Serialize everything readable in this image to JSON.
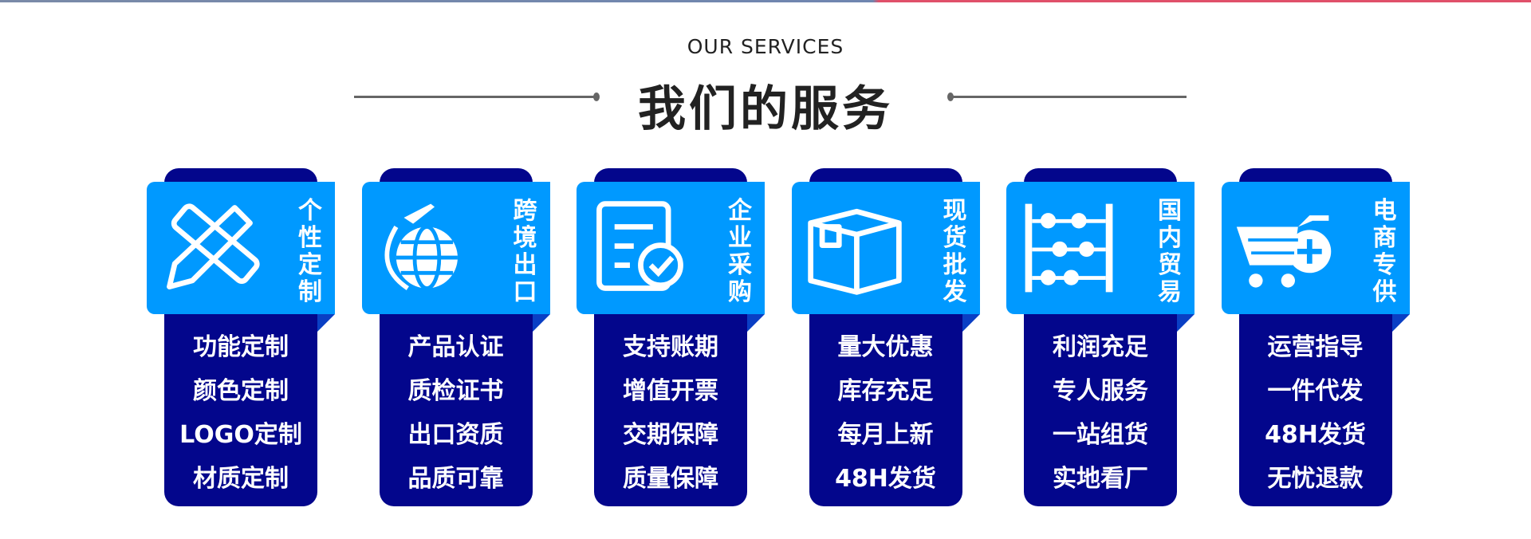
{
  "header": {
    "subtitle": "OUR SERVICES",
    "title": "我们的服务"
  },
  "colors": {
    "dark": "#03068c",
    "blue": "#0099ff"
  },
  "cards": [
    {
      "icon": "pencil-ruler-icon",
      "label": "个性定制",
      "items": [
        "功能定制",
        "颜色定制",
        "LOGO定制",
        "材质定制"
      ]
    },
    {
      "icon": "globe-plane-icon",
      "label": "跨境出口",
      "items": [
        "产品认证",
        "质检证书",
        "出口资质",
        "品质可靠"
      ]
    },
    {
      "icon": "document-check-icon",
      "label": "企业采购",
      "items": [
        "支持账期",
        "增值开票",
        "交期保障",
        "质量保障"
      ]
    },
    {
      "icon": "box-icon",
      "label": "现货批发",
      "items": [
        "量大优惠",
        "库存充足",
        "每月上新",
        "48H发货"
      ]
    },
    {
      "icon": "abacus-icon",
      "label": "国内贸易",
      "items": [
        "利润充足",
        "专人服务",
        "一站组货",
        "实地看厂"
      ]
    },
    {
      "icon": "shopping-cart-plus-icon",
      "label": "电商专供",
      "items": [
        "运营指导",
        "一件代发",
        "48H发货",
        "无忧退款"
      ]
    }
  ]
}
